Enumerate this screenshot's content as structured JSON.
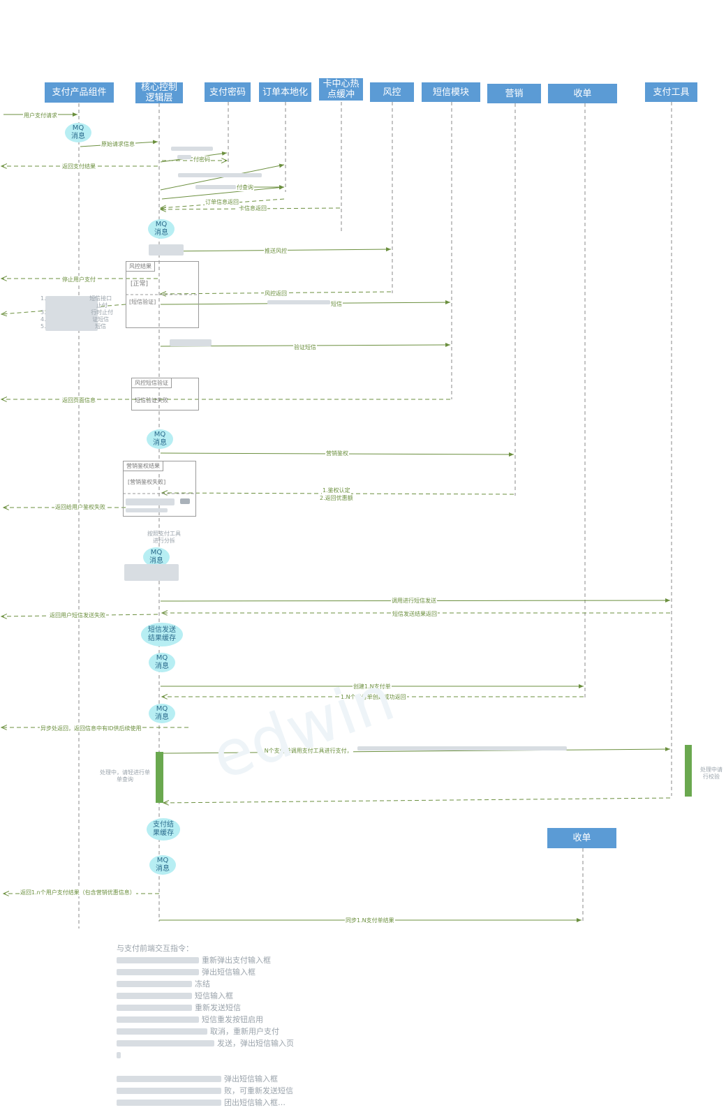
{
  "headers": {
    "pay_component": "支付产品组件",
    "core_logic": "核心控制逻辑层",
    "pay_password": "支付密码",
    "order_local": "订单本地化",
    "card_cache": "卡中心热点缓冲",
    "risk": "风控",
    "sms": "短信模块",
    "marketing": "营销",
    "acquiring": "收单",
    "pay_tool": "支付工具",
    "acquiring_2": "收单"
  },
  "mq_bubbles": {
    "mq1": "MQ\n消息",
    "mq2": "MQ\n消息",
    "mq3": "MQ\n消息",
    "mq4": "MQ\n消息",
    "sms_cache": "短信发送\n结果缓存",
    "mq5": "MQ\n消息",
    "mq6": "MQ\n消息",
    "pay_cache": "支付结\n果缓存",
    "mq7": "MQ\n消息"
  },
  "messages": {
    "user_pay_request": "用户支付请求",
    "original_request": "原始请求信息",
    "return_pay_result": "返回支付结果",
    "verify_password": "付密码",
    "order_query": "付查询",
    "order_info_return": "订单信息返回",
    "card_info_return": "卡信息返回",
    "push_risk": "推送风控",
    "stop_user_pay": "停止用户支付",
    "risk_return": "风控返回",
    "send_sms": "短信",
    "verify_sms": "验证短信",
    "return_page_info": "返回页面信息",
    "marketing_auth": "营销鉴权",
    "auth_confirm_1": "1.鉴权认定",
    "auth_confirm_2": "2.返回优惠额",
    "return_auth_fail": "返回给用户鉴权失败",
    "call_sms_send": "调用进行短信发送",
    "sms_result_return": "短信发送结果返回",
    "return_sms_fail": "返回用户短信发送失败",
    "create_orders": "创建1.N支付单",
    "order_created_return": "1.N个支付单创建成功返回",
    "async_return": "异步处返回，返回信息中有ID供后续使用",
    "pay_tool_call": "1.N个支付单调用支付工具进行支付，",
    "return_user_result": "返回1.n个用户支付结果（包含营销优惠信息）",
    "sync_result": "同步1.N支付单结果"
  },
  "frames": {
    "risk_result": "风控结果",
    "risk_normal": "[正常]",
    "risk_sms": "[短信验证]",
    "sms_verify": "风控短信验证",
    "sms_verify_fail": "短信验证失败",
    "marketing_result": "营销鉴权结果",
    "marketing_fail": "[营销鉴权失败]"
  },
  "side_notes": {
    "left_steps": [
      "1.",
      "短信接口",
      "止付",
      "3.",
      "行时止付",
      "4.",
      "证短信",
      "5.",
      "短信"
    ],
    "route_tool_1": "按照支付工具",
    "route_tool_2": "进行分拆",
    "processing_left_1": "处理中，请轻进行单",
    "processing_left_2": "单查询",
    "processing_right_1": "处理中请",
    "processing_right_2": "行校验"
  },
  "watermark": "edwin",
  "notes": {
    "title": "与支付前端交互指令：",
    "items": [
      "重新弹出支付输入框",
      "弹出短信输入框",
      "冻结",
      "短信输入框",
      "重新发送短信",
      "短信重发按钮启用",
      "取消，重新用户支付",
      "发送，弹出短信输入页",
      "",
      "弹出短信输入框",
      "败，可重新发送短信",
      "团出短信输入框…"
    ]
  },
  "colors": {
    "header": "#5b9bd5",
    "arrow": "#6b8f3e",
    "mq": "#b7eef3",
    "activation": "#6aa84f"
  }
}
